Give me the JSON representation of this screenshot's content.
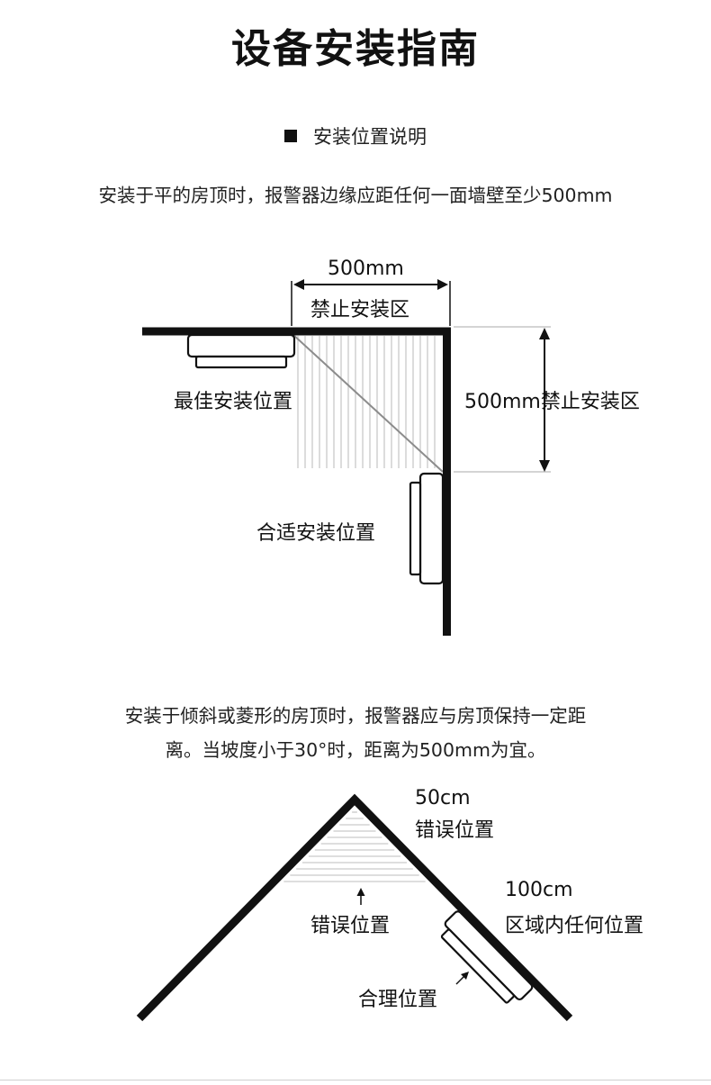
{
  "title": "设备安装指南",
  "section_heading": "安装位置说明",
  "paragraph1": "安装于平的房顶时，报警器边缘应距任何一面墙壁至少500mm",
  "diagram1": {
    "top_dim": "500mm",
    "top_zone": "禁止安装区",
    "right_zone": "500mm禁止安装区",
    "best_position": "最佳安装位置",
    "suitable_position": "合适安装位置"
  },
  "paragraph2": {
    "line1": "安装于倾斜或菱形的房顶时，报警器应与房顶保持一定距",
    "line2": "离。当坡度小于30°时，距离为500mm为宜。"
  },
  "diagram2": {
    "peak_dist": "50cm",
    "peak_wrong": "错误位置",
    "inner_wrong": "错误位置",
    "range_dist": "100cm",
    "range_desc": "区域内任何位置",
    "reasonable": "合理位置"
  }
}
